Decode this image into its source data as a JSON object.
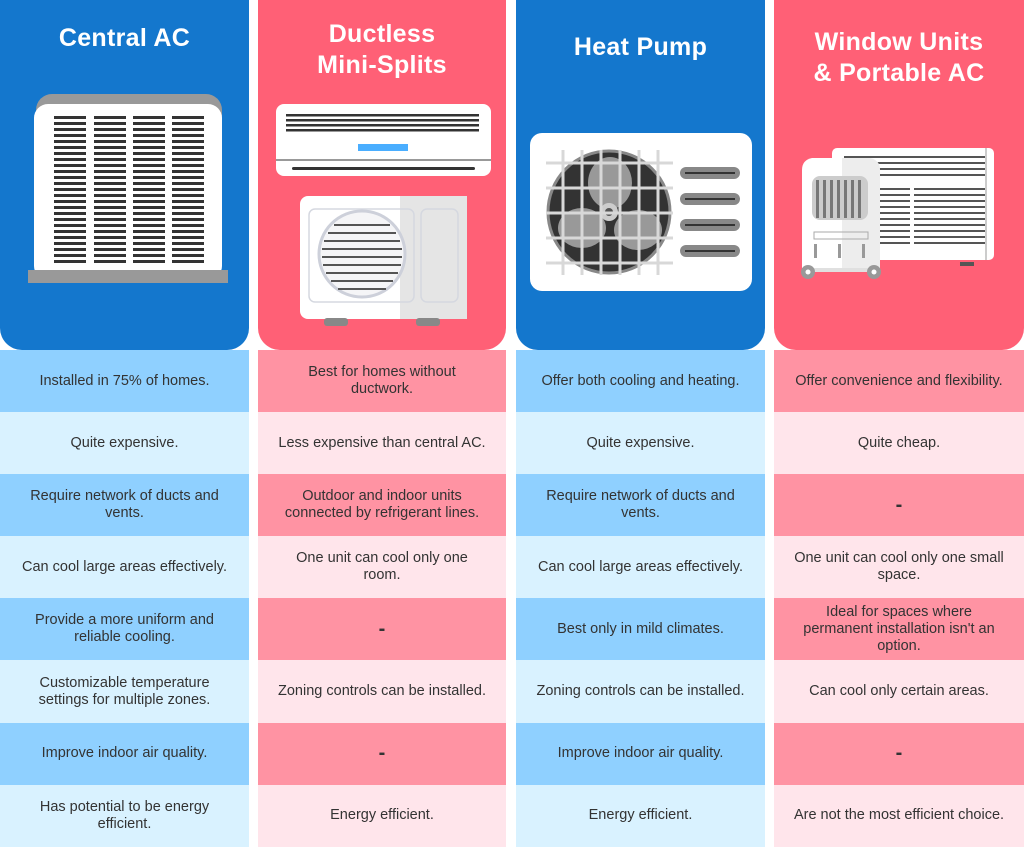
{
  "colors": {
    "blue_header": "#1477CD",
    "red_header": "#FF6076",
    "blue_row_dark": "#8FD0FF",
    "blue_row_light": "#D9F2FF",
    "red_row_dark": "#FF93A3",
    "red_row_light": "#FFE5EB",
    "text": "#333333"
  },
  "columns": [
    {
      "title_lines": [
        "Central AC"
      ],
      "icon": "central-ac-unit-icon",
      "rows": [
        "Installed in 75% of homes.",
        "Quite expensive.",
        "Require network of ducts and vents.",
        "Can cool large areas effectively.",
        "Provide a more uniform and reliable cooling.",
        "Customizable temperature settings for multiple zones.",
        "Improve indoor air quality.",
        "Has potential to be energy efficient."
      ]
    },
    {
      "title_lines": [
        "Ductless",
        "Mini-Splits"
      ],
      "icon": "mini-split-unit-icon",
      "rows": [
        "Best for homes without ductwork.",
        "Less expensive than central AC.",
        "Outdoor and indoor units connected by refrigerant lines.",
        "One unit can cool only one room.",
        "-",
        "Zoning controls can be installed.",
        "-",
        "Energy efficient."
      ]
    },
    {
      "title_lines": [
        "Heat Pump"
      ],
      "icon": "heat-pump-unit-icon",
      "rows": [
        "Offer both cooling and heating.",
        "Quite expensive.",
        "Require network of ducts and vents.",
        "Can cool large areas effectively.",
        "Best only in mild climates.",
        "Zoning controls can be installed.",
        "Improve indoor air quality.",
        "Energy efficient."
      ]
    },
    {
      "title_lines": [
        "Window Units",
        "& Portable AC"
      ],
      "icon": "window-portable-ac-icon",
      "rows": [
        "Offer convenience and flexibility.",
        "Quite cheap.",
        "-",
        "One unit can cool only one small space.",
        "Ideal for spaces where permanent installation isn't an option.",
        "Can cool only certain areas.",
        "-",
        "Are not the most efficient choice."
      ]
    }
  ]
}
